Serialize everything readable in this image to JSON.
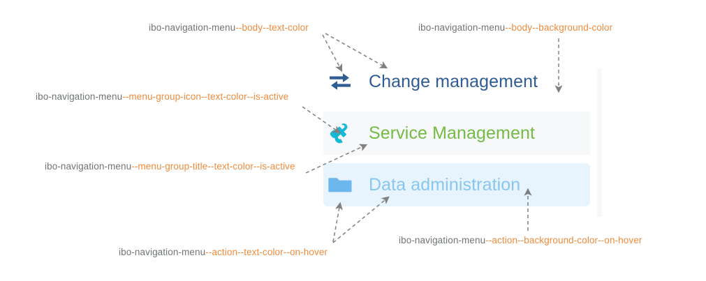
{
  "annotations": [
    {
      "id": "body-text-color",
      "prefix": "ibo-navigation-menu",
      "token": "--body--text-color"
    },
    {
      "id": "body-background-color",
      "prefix": "ibo-navigation-menu",
      "token": "--body--background-color"
    },
    {
      "id": "menu-group-icon",
      "prefix": "ibo-navigation-menu",
      "token": "--menu-group-icon--text-color--is-active"
    },
    {
      "id": "menu-group-title",
      "prefix": "ibo-navigation-menu",
      "token": "--menu-group-title--text-color--is-active"
    },
    {
      "id": "action-text-hover",
      "prefix": "ibo-navigation-menu",
      "token": "--action--text-color--on-hover"
    },
    {
      "id": "action-bg-hover",
      "prefix": "ibo-navigation-menu",
      "token": "--action--background-color--on-hover"
    }
  ],
  "menu": {
    "items": [
      {
        "id": "change-management",
        "label": "Change management",
        "icon": "exchange-arrows-icon",
        "icon_color": "#2e5c93",
        "text_color": "#2e5c93",
        "background_color": "#ffffff"
      },
      {
        "id": "service-management",
        "label": "Service Management",
        "icon": "puzzle-piece-icon",
        "icon_color": "#17b8d4",
        "text_color": "#74bb45",
        "background_color": "#f7f8fa"
      },
      {
        "id": "data-administration",
        "label": "Data administration",
        "icon": "folder-icon",
        "icon_color": "#6cb7ee",
        "text_color": "#87c6ef",
        "background_color": "#e8f4fd"
      }
    ]
  },
  "colors": {
    "annotation_text": "#6f7477",
    "annotation_token": "#f08b3c",
    "arrow": "#808080"
  }
}
